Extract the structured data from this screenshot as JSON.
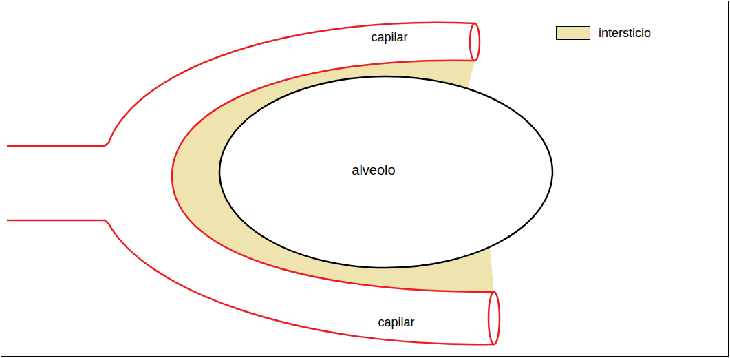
{
  "diagram": {
    "nodes": [
      {
        "text": [
          "capilar",
          "capilar"
        ]
      },
      {
        "text": [
          "alveolo"
        ]
      }
    ],
    "legend": [
      {
        "text": "intersticio",
        "color": "#efe4b0"
      }
    ]
  }
}
